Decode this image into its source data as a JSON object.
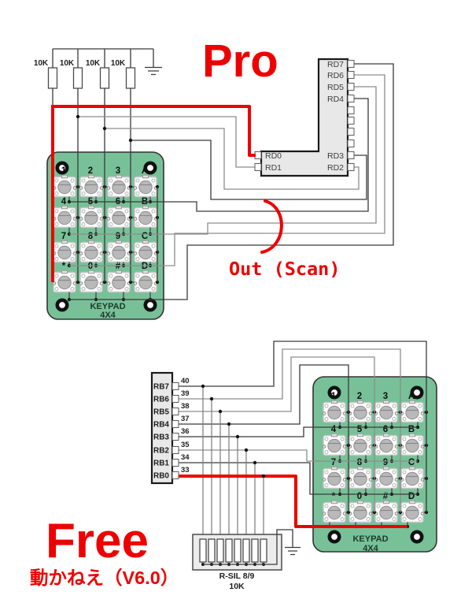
{
  "annotations": {
    "pro": "Pro",
    "out_scan": "Out (Scan)",
    "free": "Free",
    "free_sub": "動かねえ（V6.0）"
  },
  "colors": {
    "accent_red": "#ee0000",
    "board_green": "#78c198",
    "ic_fill": "#e8e8e8"
  },
  "resistors": {
    "labels": [
      "10K",
      "10K",
      "10K",
      "10K"
    ]
  },
  "ic_top": {
    "right_pins": [
      "RD7",
      "RD6",
      "RD5",
      "RD4",
      "RD3",
      "RD2"
    ],
    "left_pins": [
      "RD0",
      "RD1"
    ]
  },
  "ic_bottom": {
    "pins": [
      "RB7",
      "RB6",
      "RB5",
      "RB4",
      "RB3",
      "RB2",
      "RB1",
      "RB0"
    ],
    "pin_numbers": [
      "40",
      "39",
      "38",
      "37",
      "36",
      "35",
      "34",
      "33"
    ]
  },
  "keypad": {
    "keys": [
      "1",
      "2",
      "3",
      "A",
      "4",
      "5",
      "6",
      "B",
      "7",
      "8",
      "9",
      "C",
      "*",
      "0",
      "#",
      "D"
    ],
    "name_line1": "KEYPAD",
    "name_line2": "4X4"
  },
  "resistor_network": {
    "label_line1": "R-SIL 8/9",
    "label_line2": "10K"
  }
}
